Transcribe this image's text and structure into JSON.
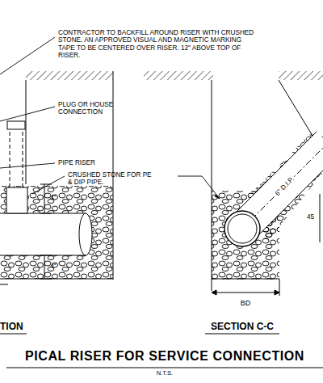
{
  "diagram": {
    "title": "PICAL RISER FOR SERVICE CONNECTION",
    "caption": "N.T.S.",
    "labels": [
      "CONTRACTOR TO BACKFILL AROUND RISER WITH CRUSHED STONE. AN APPROVED VISUAL AND MAGNETIC MARKING TAPE TO BE CENTERED OVER RISER. 12\" ABOVE TOP OF RISER.",
      "PLUG OR HOUSE CONNECTION",
      "PIPE RISER",
      "CRUSHED STONE FOR PE & DIP PIPE.",
      "4\"",
      "4\"",
      "6\" D.I.P.",
      "45",
      "BD",
      "TION",
      "SECTION C-C"
    ]
  }
}
